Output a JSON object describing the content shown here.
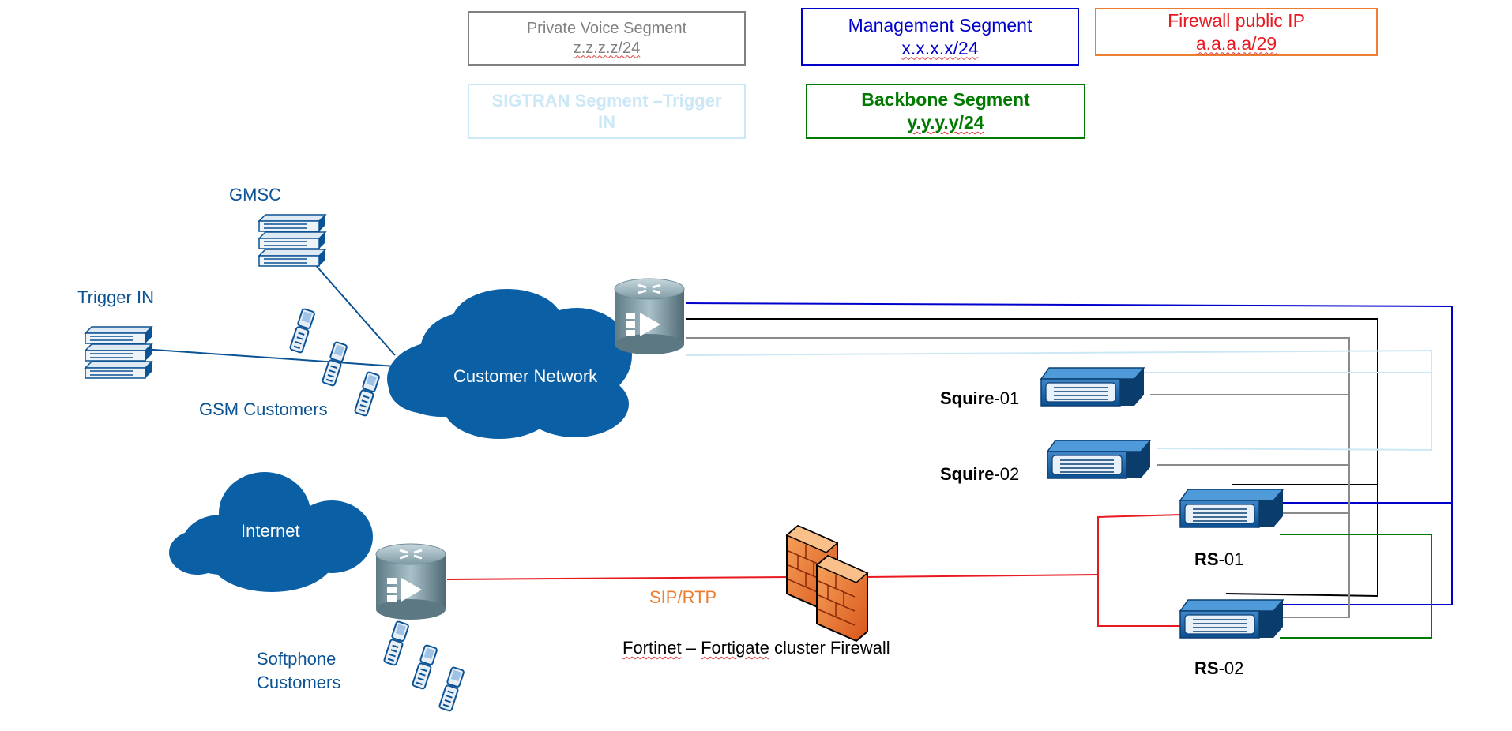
{
  "legend": {
    "private_voice": {
      "title": "Private Voice Segment",
      "subnet": "z.z.z.z/24",
      "color": "#808080"
    },
    "management": {
      "title": "Management Segment",
      "subnet": "x.x.x.x/24",
      "color": "#0000cc"
    },
    "firewall_ip": {
      "title": "Firewall public IP",
      "subnet": "a.a.a.a/29",
      "color": "#e8191f",
      "border": "#ed7d31"
    },
    "sigtran": {
      "title": "SIGTRAN Segment –Trigger IN",
      "color": "#cce7f5"
    },
    "backbone": {
      "title": "Backbone Segment",
      "subnet": "y.y.y.y/24",
      "color": "#007a00"
    }
  },
  "labels": {
    "gmsc": "GMSC",
    "trigger_in": "Trigger IN",
    "gsm_customers": "GSM Customers",
    "customer_network": "Customer Network",
    "internet": "Internet",
    "softphone_customers_line1": "Softphone",
    "softphone_customers_line2": "Customers",
    "sip_rtp": "SIP/RTP",
    "firewall_part1": "Fortinet",
    "firewall_part2": " – ",
    "firewall_part3": "Fortigate",
    "firewall_part4": " cluster Firewall"
  },
  "servers": [
    {
      "bold": "Squire",
      "suffix": "-01"
    },
    {
      "bold": "Squire",
      "suffix": "-02"
    },
    {
      "bold": "RS",
      "suffix": "-01"
    },
    {
      "bold": "RS",
      "suffix": "-02"
    }
  ],
  "colors": {
    "brand_blue": "#0b5394",
    "cloud": "#0b5fa5",
    "management_line": "#0000cc",
    "backbone_line": "#007a00",
    "voice_line": "#8a8a8a",
    "sigtran_line": "#cce7f5",
    "public_line": "#e8191f",
    "firewall_orange": "#e8742a"
  },
  "icons": [
    "server-rack-icon",
    "phone-icon",
    "router-icon",
    "cloud-icon",
    "firewall-icon",
    "server-chassis-icon"
  ]
}
